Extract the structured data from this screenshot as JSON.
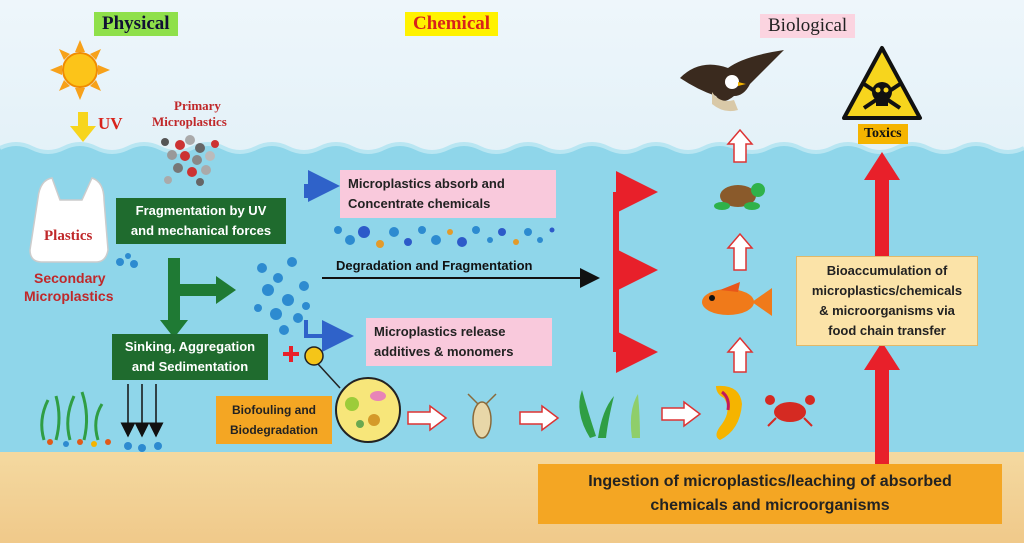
{
  "headers": {
    "physical": "Physical",
    "chemical": "Chemical",
    "biological": "Biological"
  },
  "labels": {
    "uv": "UV",
    "primary_microplastics": [
      "Primary",
      "Microplastics"
    ],
    "plastics": "Plastics",
    "secondary_microplastics": [
      "Secondary",
      "Microplastics"
    ],
    "toxics": "Toxics",
    "degradation": "Degradation and Fragmentation"
  },
  "boxes": {
    "fragmentation": [
      "Fragmentation by UV",
      "and mechanical forces"
    ],
    "sinking": [
      "Sinking, Aggregation",
      "and Sedimentation"
    ],
    "absorb": [
      "Microplastics absorb and",
      "Concentrate chemicals"
    ],
    "release": [
      "Microplastics release",
      "additives & monomers"
    ],
    "biofouling": [
      "Biofouling and",
      "Biodegradation"
    ],
    "bioaccumulation": [
      "Bioaccumulation of",
      "microplastics/chemicals",
      "& microorganisms via",
      "food chain transfer"
    ],
    "ingestion": [
      "Ingestion of microplastics/leaching of absorbed",
      "chemicals and microorganisms"
    ]
  },
  "colors": {
    "water": "#8fd6ea",
    "sand": "#f2cf91",
    "green_box": "#1f6b2e",
    "pink_box": "#f9c9dc",
    "orange_box": "#f4a623",
    "red_arrow": "#e8202a",
    "blue_arrow": "#2f62c9"
  },
  "icons": [
    "sun-icon",
    "plastic-bag-icon",
    "microplastic-cluster-icon",
    "eagle-icon",
    "toxic-hazard-icon",
    "turtle-icon",
    "fish-icon",
    "crab-icon",
    "shrimp-icon",
    "zooplankton-icon",
    "seaweed-icon",
    "microorganism-icon"
  ]
}
